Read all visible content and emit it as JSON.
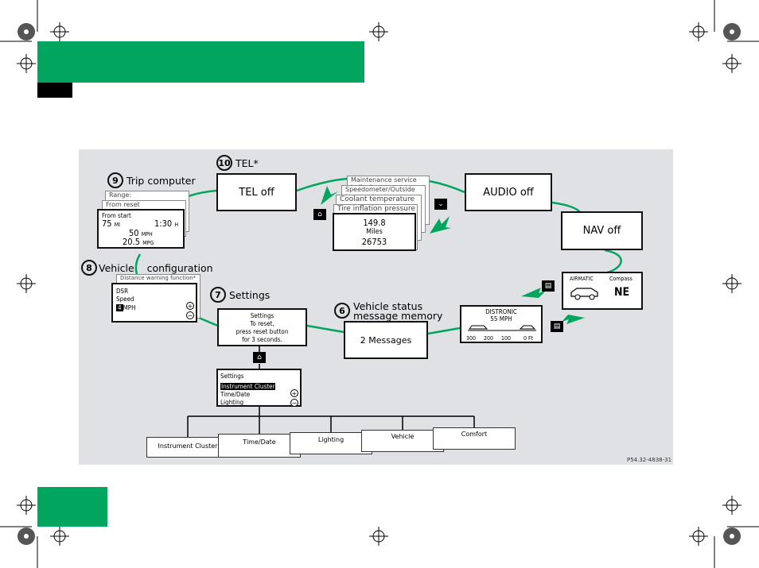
{
  "trip_computer": {
    "number": "9",
    "title": "Trip computer",
    "card_range": "Range:",
    "card_reset": "From reset",
    "from_start": "From start",
    "distance": "75",
    "distance_unit": "MI",
    "time": "1:30",
    "time_unit": "H",
    "speed": "50",
    "speed_unit": "MPH",
    "mpg": "20.5",
    "mpg_unit": "MPG"
  },
  "tel": {
    "number": "10",
    "title": "TEL*",
    "display": "TEL off"
  },
  "service_stack": {
    "cards": [
      "Maintenance service indicator",
      "Speedometer/Outside temperature",
      "Coolant temperature",
      "Tire inflation pressure"
    ],
    "value": "149.8",
    "unit": "Miles",
    "odometer": "26753"
  },
  "audio": {
    "display": "AUDIO off"
  },
  "nav": {
    "display": "NAV off"
  },
  "airmatic": {
    "label": "AIRMATIC",
    "compass_label": "Compass",
    "compass_value": "NE"
  },
  "distronic": {
    "title": "DISTRONIC",
    "speed": "55 MPH",
    "scale": [
      "300",
      "200",
      "100",
      "0 Ft"
    ]
  },
  "vehicle_status": {
    "number": "6",
    "title_line1": "Vehicle status",
    "title_line2": "message memory",
    "display": "2 Messages"
  },
  "settings": {
    "number": "7",
    "title": "Settings",
    "display_line1": "Settings",
    "display_line2": "To reset,",
    "display_line3": "press reset button",
    "display_line4": "for 3 seconds.",
    "menu_title": "Settings",
    "menu_items": [
      "Instrument Cluster",
      "Time/Date",
      "Lighting"
    ],
    "submenus": [
      "Instrument Cluster",
      "Time/Date",
      "Lighting",
      "Vehicle",
      "Comfort"
    ]
  },
  "vehicle_config": {
    "number": "8",
    "title": "Vehicle    configuration",
    "card_header": "Distance warning function*",
    "line1": "DSR",
    "line2": "Speed",
    "value": "4",
    "unit": "MPH"
  },
  "figure_code": "P54.32-4838-31",
  "colors": {
    "green": "#00a65e",
    "wire": "#00a65e",
    "bg": "#dfe1e5"
  }
}
